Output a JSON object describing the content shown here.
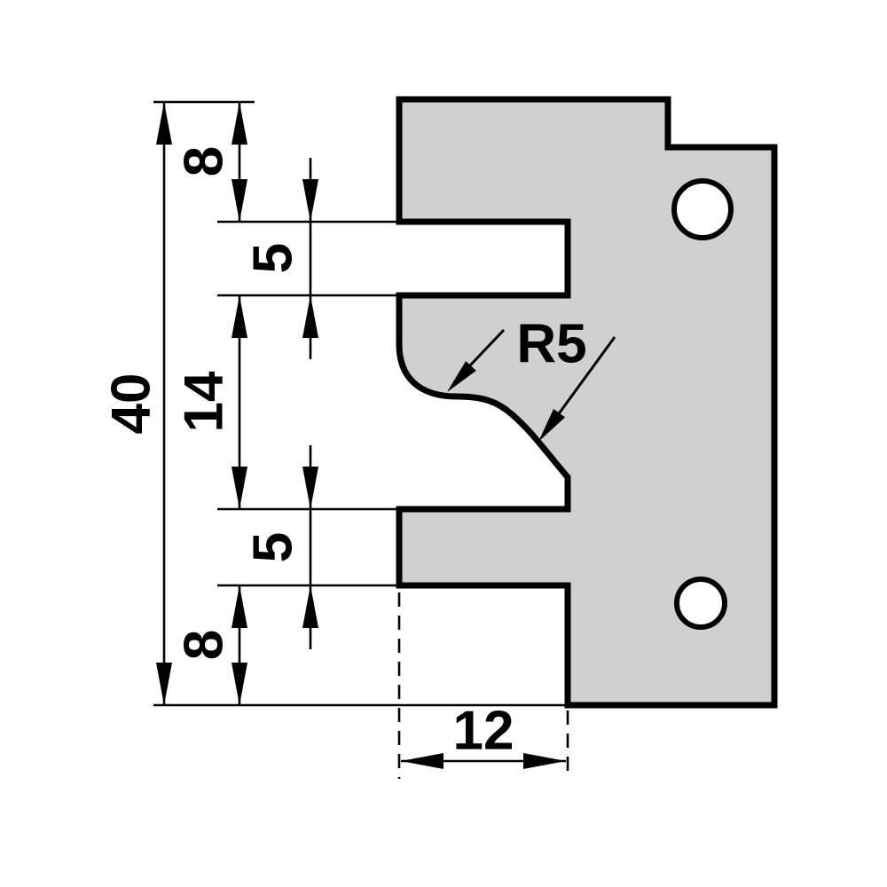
{
  "drawing": {
    "kind": "technical-drawing-profile-knife",
    "background": "#ffffff",
    "shape_fill": "#d0d0d0",
    "line_color": "#000000",
    "labels": {
      "overall_height": "40",
      "top_step": "8",
      "upper_groove": "5",
      "profile_height": "14",
      "lower_tongue": "5",
      "bottom_step": "8",
      "groove_depth": "12",
      "profile_radius": "R5"
    }
  }
}
